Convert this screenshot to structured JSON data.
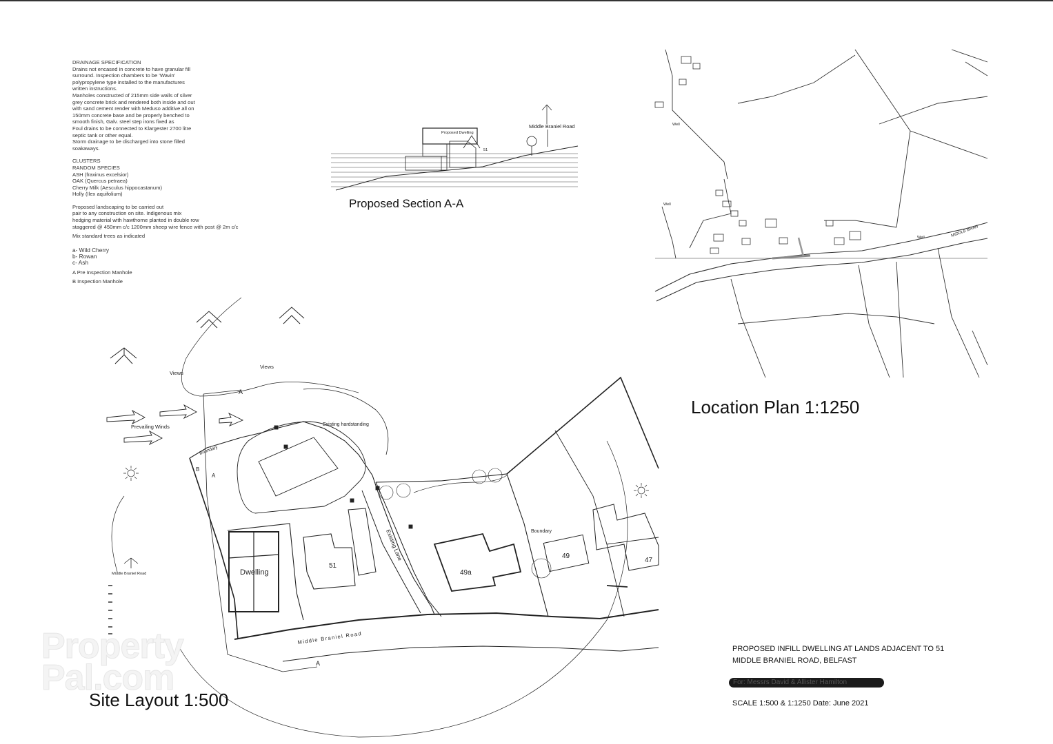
{
  "drainage_spec": {
    "lines": [
      "DRAINAGE SPECIFICATION",
      "Drains not encased in concrete to have granular fill",
      "surround. Inspection chambers to be 'Wavin'",
      "polypropylene type installed to the manufactures",
      "written instructions.",
      "Manholes constructed of 215mm side walls of silver",
      "grey concrete brick and rendered both inside and out",
      "with sand cement render with Meduso additive all on",
      "150mm concrete base and be properly benched to",
      "smooth finish, Galv. steel step irons fixed as",
      "Foul drains to be connected to Klargester 2700 litre",
      "septic tank or other equal.",
      "Storm drainage to be discharged into stone filled",
      "soakaways."
    ],
    "clusters": [
      "CLUSTERS",
      "RANDOM SPECIES",
      "ASH (fraxinus excelsior)",
      "OAK (Quercus petraea)",
      "Cherry Milk (Aesculus hippocastanum)",
      "Holly (Ilex aquifolium)"
    ],
    "landscaping": [
      "Proposed landscaping to be carried out",
      "pair to any construction on site. Indigenous mix",
      "hedging material with hawthorne planted in double row",
      "staggered @ 450mm c/c 1200mm sheep wire fence with post @ 2m c/c"
    ],
    "standard_trees": "Mix standard trees as indicated",
    "tree_key": [
      "a- Wild Cherry",
      "b- Rowan",
      "c- Ash"
    ],
    "manhole_key": [
      "A Pre Inspection Manhole",
      "B Inspection Manhole"
    ]
  },
  "section": {
    "title": "Proposed Section A-A",
    "dwelling_label": "Proposed Dwelling",
    "road_label": "Middle Braniel Road",
    "house_number": "51"
  },
  "location_plan": {
    "title": "Location Plan 1:1250",
    "labels": {
      "well_1": "Well",
      "well_2": "Well",
      "well_3": "Well",
      "road": "MIDDLE BRAN"
    }
  },
  "site_layout": {
    "title": "Site Layout 1:500",
    "labels": {
      "views_1": "Views",
      "views_2": "Views",
      "prevailing_winds": "Prevailing Winds",
      "existing_hardstanding": "Existing hardstanding",
      "existing_lane": "Existing Lane",
      "boundary_1": "Boundary",
      "boundary_2": "Boundary",
      "road": "Middle Braniel Road",
      "road_small": "Middle Braniel Road",
      "dwelling": "Dwelling",
      "house_51": "51",
      "house_49a": "49a",
      "house_49": "49",
      "house_47": "47",
      "section_a_top": "A",
      "section_a_bottom": "A",
      "manhole_a": "A",
      "manhole_b": "B"
    }
  },
  "title_block": {
    "line1": "PROPOSED INFILL DWELLING AT LANDS ADJACENT TO 51",
    "line2": "MIDDLE BRANIEL ROAD, BELFAST",
    "for_line": "For: Messrs David & Allister Hamilton",
    "scale_line": "SCALE 1:500 & 1:1250  Date: June 2021"
  },
  "watermark": {
    "line1": "Property",
    "line2": "Pal.com"
  }
}
